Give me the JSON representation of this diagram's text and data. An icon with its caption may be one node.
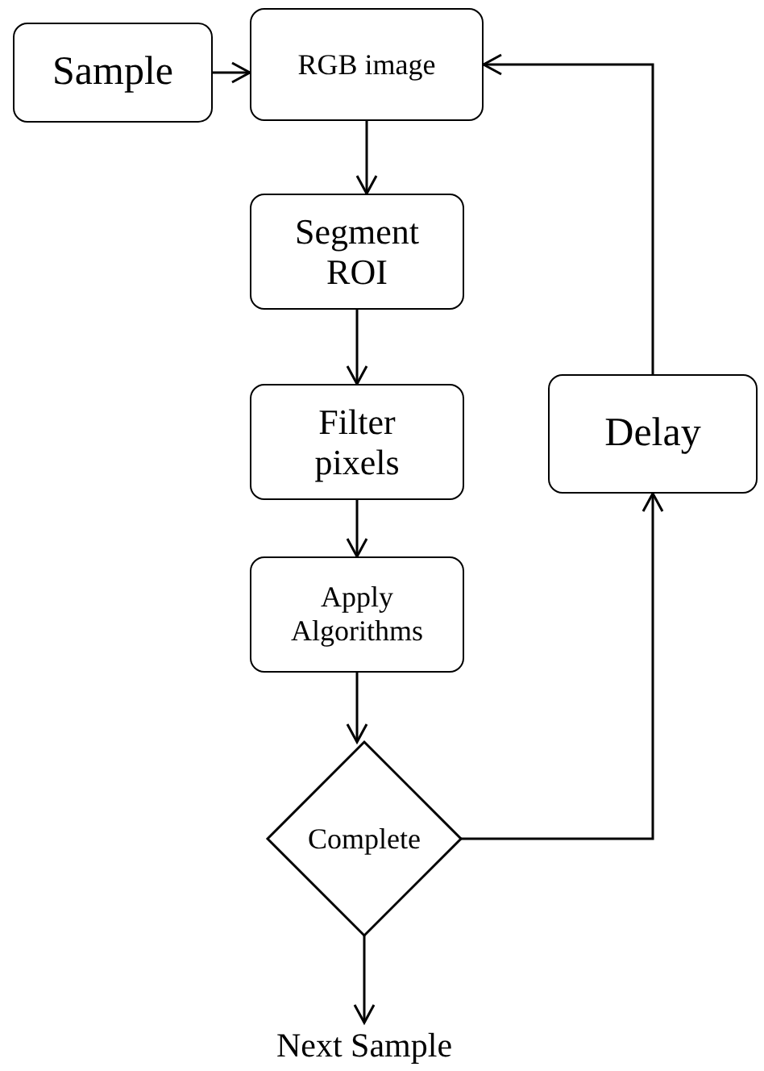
{
  "diagram": {
    "nodes": [
      {
        "text": [
          "Sample"
        ]
      },
      {
        "text": [
          "RGB image"
        ]
      },
      {
        "text": [
          "Segment ROI"
        ]
      },
      {
        "text": [
          "Filter pixels"
        ]
      },
      {
        "text": [
          "Apply Algorithms"
        ]
      },
      {
        "text": [
          "Complete"
        ]
      },
      {
        "text": [
          "Delay"
        ]
      },
      {
        "text": [
          "Next Sample"
        ]
      }
    ],
    "edges": [
      {
        "from": 0,
        "to": 1,
        "arrow": "to"
      },
      {
        "from": 1,
        "to": 2,
        "arrow": "to"
      },
      {
        "from": 2,
        "to": 3,
        "arrow": "to"
      },
      {
        "from": 3,
        "to": 4,
        "arrow": "to"
      },
      {
        "from": 4,
        "to": 5,
        "arrow": "to"
      },
      {
        "from": 5,
        "to": 6,
        "arrow": "to"
      },
      {
        "from": 6,
        "to": 1,
        "arrow": "to"
      },
      {
        "from": 5,
        "to": 7,
        "arrow": "to"
      }
    ]
  }
}
